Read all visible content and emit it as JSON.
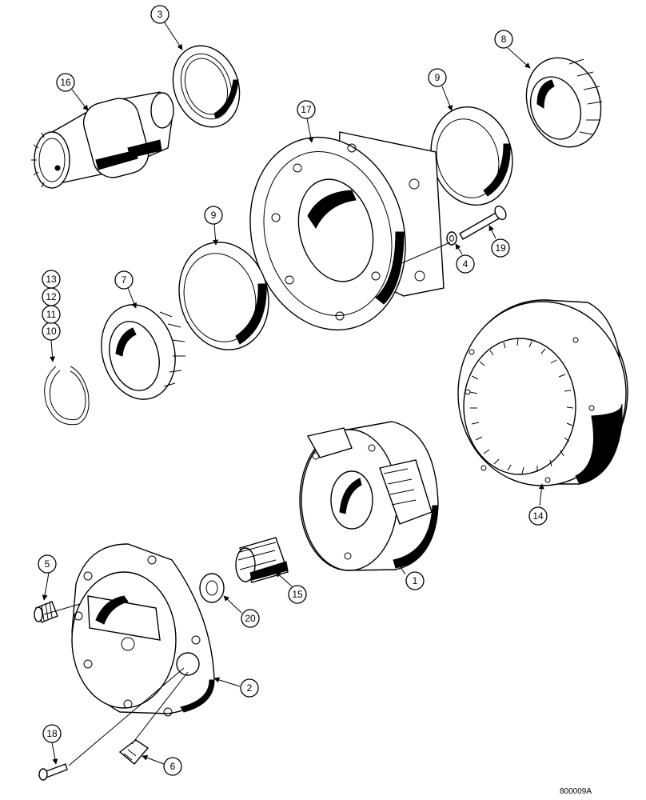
{
  "callouts": [
    {
      "label": "1"
    },
    {
      "label": "2"
    },
    {
      "label": "3"
    },
    {
      "label": "4"
    },
    {
      "label": "5"
    },
    {
      "label": "6"
    },
    {
      "label": "7"
    },
    {
      "label": "8"
    },
    {
      "label": "9"
    },
    {
      "label": "9"
    },
    {
      "label": "10"
    },
    {
      "label": "11"
    },
    {
      "label": "12"
    },
    {
      "label": "13"
    },
    {
      "label": "14"
    },
    {
      "label": "15"
    },
    {
      "label": "16"
    },
    {
      "label": "17"
    },
    {
      "label": "18"
    },
    {
      "label": "19"
    },
    {
      "label": "20"
    }
  ],
  "reference_code": "800009A"
}
